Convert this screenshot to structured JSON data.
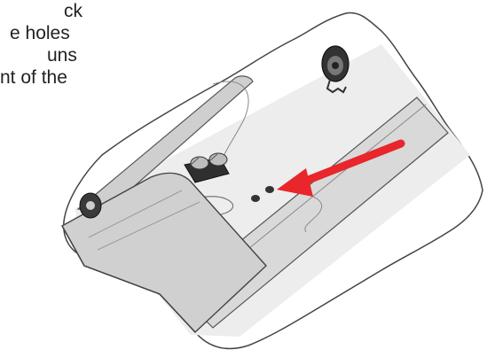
{
  "caption": {
    "lines": [
      "ck",
      "e holes",
      "uns",
      "nt of the"
    ]
  },
  "colors": {
    "arrow": "#e8262b",
    "outline": "#444444",
    "hull": "#d9d9d9",
    "hull_dark": "#c8c8c8",
    "background": "#ffffff"
  },
  "illustration": {
    "subject": "deck section with hardware and two small holes indicated by a red arrow",
    "icons": [
      "deck-block-icon",
      "cam-cleat-icon",
      "deck-eye-icon",
      "pointer-arrow-icon"
    ]
  }
}
